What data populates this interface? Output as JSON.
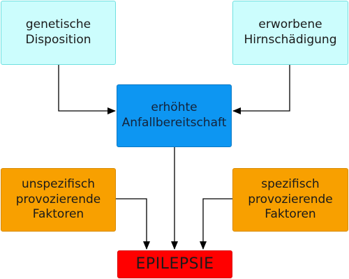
{
  "diagram": {
    "nodes": {
      "genetic": "genetische\nDisposition",
      "acquired": "erworbene\nHirnschädigung",
      "central": "erhöhte\nAnfallbereitschaft",
      "unspecific": "unspezifisch\nprovozierende\nFaktoren",
      "specific": "spezifisch\nprovozierende\nFaktoren",
      "result": "EPILEPSIE"
    },
    "edges": [
      {
        "from": "genetic",
        "to": "central"
      },
      {
        "from": "acquired",
        "to": "central"
      },
      {
        "from": "central",
        "to": "result"
      },
      {
        "from": "unspecific",
        "to": "result"
      },
      {
        "from": "specific",
        "to": "result"
      }
    ],
    "colors": {
      "genetic_fill": "#ccfdfd",
      "central_fill": "#0d96f2",
      "factor_fill": "#f8a000",
      "result_fill": "#ff0000",
      "arrow": "#000000"
    }
  }
}
